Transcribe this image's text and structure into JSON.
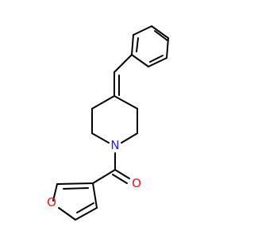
{
  "atoms": {
    "N": {
      "symbol": "N",
      "color": "#1f1fff"
    },
    "O_carbonyl": {
      "symbol": "O",
      "color": "#ff0d0d"
    },
    "O_furan": {
      "symbol": "O",
      "color": "#ff0d0d"
    }
  },
  "bond_color": "#000000",
  "background": "#ffffff"
}
